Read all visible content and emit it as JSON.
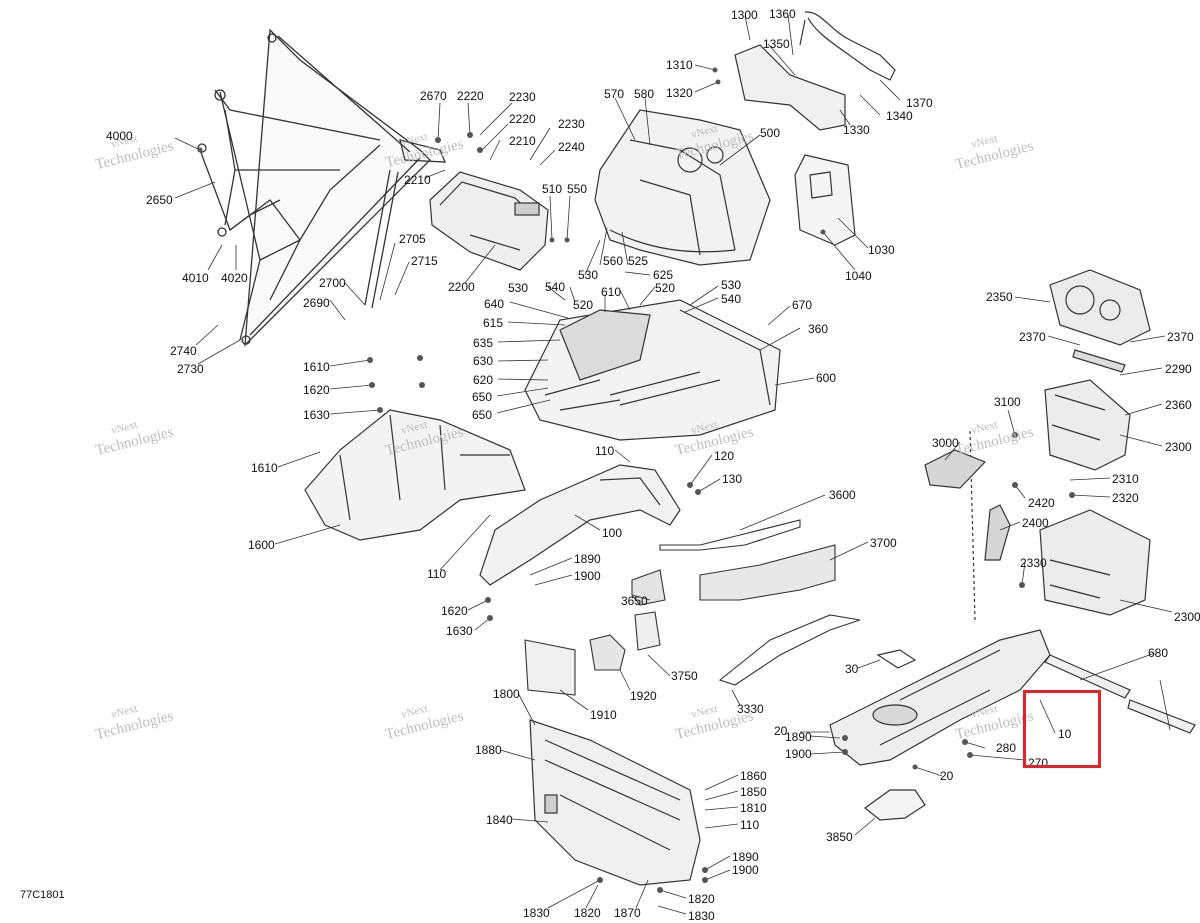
{
  "diagram_code": "77C1801",
  "watermark": {
    "line1": "vNext",
    "line2": "Technologies"
  },
  "highlight": {
    "color": "#e5212b",
    "part": "10"
  },
  "parts": {
    "p4000": "4000",
    "p2650": "2650",
    "p4010": "4010",
    "p4020": "4020",
    "p2740": "2740",
    "p2730": "2730",
    "p2690": "2690",
    "p2700": "2700",
    "p2705": "2705",
    "p2715": "2715",
    "p2670": "2670",
    "p2220a": "2220",
    "p2230a": "2230",
    "p2220b": "2220",
    "p2210a": "2210",
    "p2230b": "2230",
    "p2240": "2240",
    "p2210b": "2210",
    "p2200": "2200",
    "p570": "570",
    "p580": "580",
    "p500": "500",
    "p510": "510",
    "p550": "550",
    "p560": "560",
    "p525": "525",
    "p530a": "530",
    "p625": "625",
    "p1300": "1300",
    "p1360": "1360",
    "p1350": "1350",
    "p1310": "1310",
    "p1320": "1320",
    "p1370": "1370",
    "p1340": "1340",
    "p1330": "1330",
    "p1030": "1030",
    "p1040": "1040",
    "p530b": "530",
    "p540a": "540",
    "p640": "640",
    "p520a": "520",
    "p610": "610",
    "p520b": "520",
    "p530c": "530",
    "p540b": "540",
    "p615": "615",
    "p635": "635",
    "p630": "630",
    "p620": "620",
    "p650a": "650",
    "p650b": "650",
    "p670": "670",
    "p360": "360",
    "p600": "600",
    "p1610a": "1610",
    "p1620a": "1620",
    "p1630a": "1630",
    "p1610b": "1610",
    "p1600": "1600",
    "p110a": "110",
    "p120": "120",
    "p130": "130",
    "p100": "100",
    "p110b": "110",
    "p1890a": "1890",
    "p1900a": "1900",
    "p1620b": "1620",
    "p1630b": "1630",
    "p3600": "3600",
    "p3700": "3700",
    "p3650": "3650",
    "p3750": "3750",
    "p1920": "1920",
    "p1910": "1910",
    "p3330": "3330",
    "p2350": "2350",
    "p2370a": "2370",
    "p2370b": "2370",
    "p2290": "2290",
    "p3100": "3100",
    "p2360": "2360",
    "p2300a": "2300",
    "p3000": "3000",
    "p2310": "2310",
    "p2420": "2420",
    "p2320": "2320",
    "p2400": "2400",
    "p2330": "2330",
    "p2300b": "2300",
    "p30": "30",
    "p680": "680",
    "p20a": "20",
    "p10": "10",
    "p1890b": "1890",
    "p280": "280",
    "p1900b": "1900",
    "p270": "270",
    "p20b": "20",
    "p3850": "3850",
    "p1800": "1800",
    "p1880": "1880",
    "p1840": "1840",
    "p1860": "1860",
    "p1850": "1850",
    "p1810": "1810",
    "p110c": "110",
    "p1890c": "1890",
    "p1900c": "1900",
    "p1820a": "1820",
    "p1830a": "1830",
    "p1820b": "1820",
    "p1870": "1870",
    "p1830b": "1830"
  }
}
